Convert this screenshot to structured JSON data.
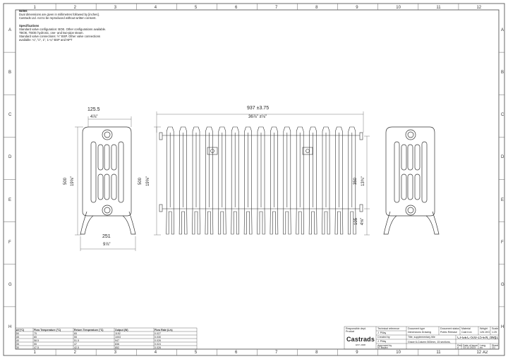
{
  "notes": {
    "heading": "Notes",
    "lines": [
      "Dual dimensions are given in millimetres followed by [inches].",
      "Castrads Ltd. not to be reproduced without written consent."
    ],
    "spec_heading": "Specifications",
    "spec_lines": [
      "Standard valve configuration: BOE. Other configurations available.",
      "TBOE, TBOE hydronic, one- and two-pipe steam.",
      "Standard valve connections: ½\" BSP. Other valve connections",
      "available: ¼\", ½\", 1\", 1-¼\" BSP and NPT"
    ]
  },
  "grid": {
    "columns": [
      "1",
      "2",
      "3",
      "4",
      "5",
      "6",
      "7",
      "8",
      "9",
      "10",
      "11",
      "12"
    ],
    "rows": [
      "A",
      "B",
      "C",
      "D",
      "E",
      "F",
      "G",
      "H"
    ]
  },
  "dimensions": {
    "side_depth_top": "125.5",
    "side_depth_top_in": "4⅞\"",
    "side_height": "500",
    "side_height_in": "19⅝\"",
    "side_base_width": "251",
    "side_base_width_in": "9⅞\"",
    "front_width": "937  ±3.75",
    "front_width_in": "36⅞\"  ±⅛\"",
    "connection_centres": "350",
    "connection_centres_in": "13¾\"",
    "bottom_height": "105",
    "bottom_height_in": "4⅛\""
  },
  "performance_table": {
    "headers": [
      "ΔT(°C)",
      "Flow Temperature (°C)",
      "Return Temperature (°C)",
      "Output (W)",
      "Flow Rate (L/s)"
    ],
    "rows": [
      [
        "50",
        "75",
        "65",
        "1152",
        "0.027"
      ],
      [
        "45",
        "65",
        "55",
        "1003",
        "0.030"
      ],
      [
        "40",
        "58.5",
        "51.5",
        "947",
        "0.026"
      ],
      [
        "35",
        "55",
        "47",
        "836",
        "0.024"
      ],
      [
        "30",
        "47.5",
        "42.5",
        "852",
        "0.026"
      ]
    ]
  },
  "title_block": {
    "responsible_dept_label": "Responsible dept.",
    "responsible_dept": "Product",
    "tech_ref_label": "Technical reference",
    "tech_ref": "J. Pillay",
    "created_by_label": "Created by",
    "created_by": "J. Pillay",
    "approved_by_label": "Approved by",
    "approved_by": "N. Boyko",
    "doc_type_label": "Document type",
    "doc_type": "Dimensions Drawing",
    "doc_status_label": "Document status",
    "doc_status": "Public Release",
    "material_label": "Material",
    "material": "Cast Iron",
    "weight_label": "Weight",
    "weight": "126.1KG",
    "scale_label": "Scale",
    "scale": "1:25",
    "title_label": "Title, supplementary title",
    "title": "Grace 6-Column 500mm, 15 sections,",
    "drawing_no": "CI-GEC-500-15-EN_dwg1",
    "rev_label": "Rev.",
    "rev": "A",
    "issue_date_label": "Date of issue",
    "issue_date": "13.12.2023",
    "lang_label": "Lang.",
    "lang": "en",
    "sheet_label": "Sheet",
    "sheet": "1/1",
    "logo": "Castrads",
    "logo_sub": "EST. 2008",
    "paper_size": "A2"
  }
}
